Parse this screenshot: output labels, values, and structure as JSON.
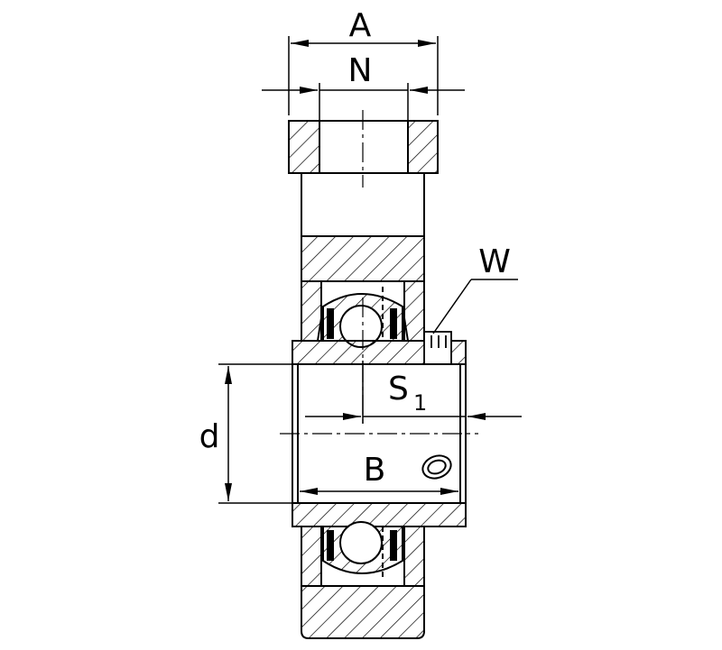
{
  "labels": {
    "A": "A",
    "N": "N",
    "W": "W",
    "S": "S",
    "S_sub": "1",
    "d": "d",
    "B": "B"
  },
  "colors": {
    "line": "#000000",
    "background": "#ffffff"
  }
}
